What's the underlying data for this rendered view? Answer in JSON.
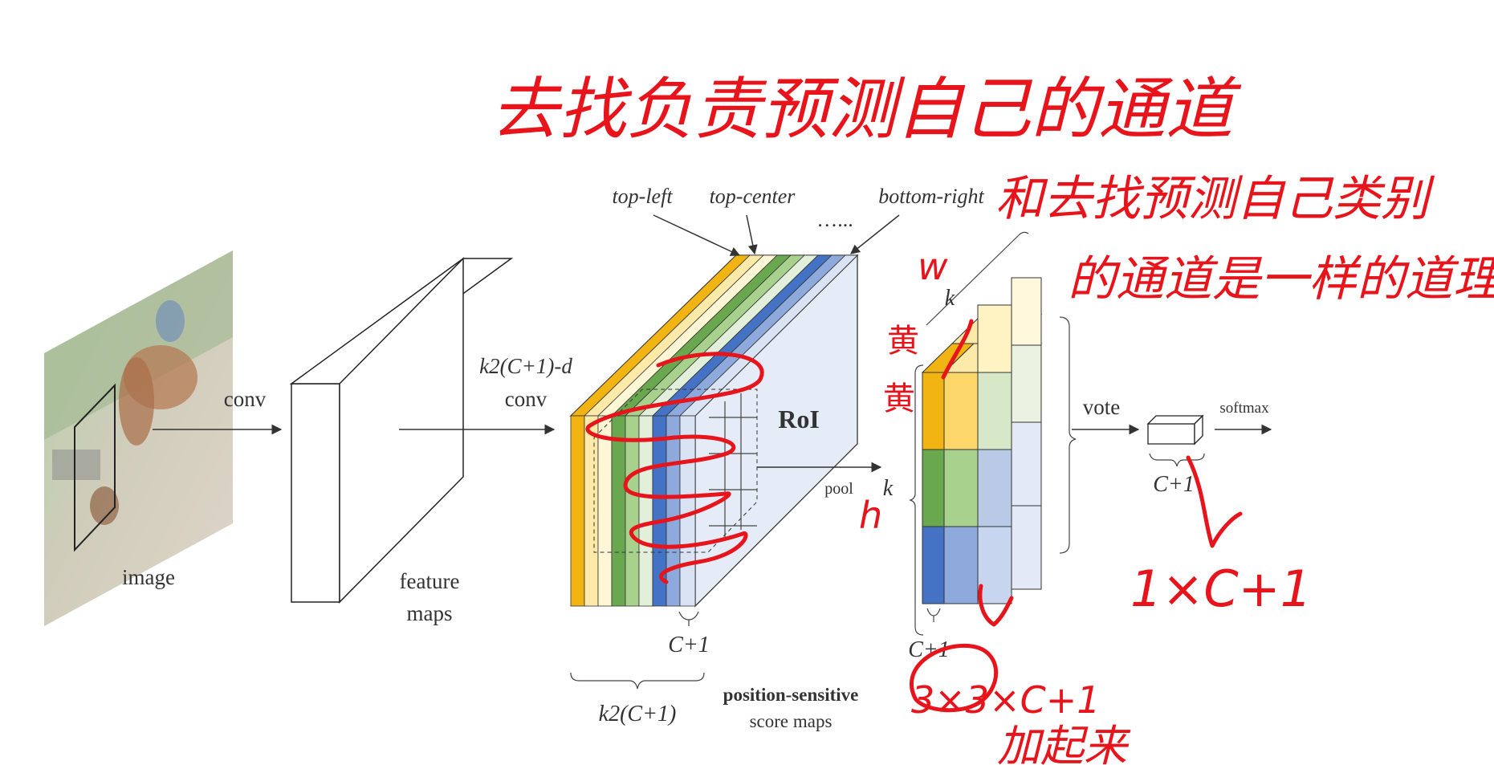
{
  "labels": {
    "image": "image",
    "conv": "conv",
    "feature_maps_line1": "feature",
    "feature_maps_line2": "maps",
    "kconv_line1": "k2(C+1)-d",
    "kconv_line2": "conv",
    "top_left": "top-left",
    "top_center": "top-center",
    "ellipsis": "…...",
    "bottom_right": "bottom-right",
    "roi": "RoI",
    "pool": "pool",
    "c1_under_maps": "C+1",
    "k2c1_brace": "k2(C+1)",
    "position_sensitive": "position-sensitive",
    "score_maps": "score maps",
    "k_top": "k",
    "k_side": "k",
    "c1_under_grid": "C+1",
    "vote": "vote",
    "softmax": "softmax",
    "c1_under_vector": "C+1"
  },
  "handwritten": {
    "line1": "去找负责预测自己的通道",
    "line2": "和去找预测自己类别的通道是一样的道理",
    "w": "w",
    "h": "h",
    "huang1": "黄",
    "huang2": "黄",
    "result_vector": "1×C+1",
    "grid_dims": "3×3×C+1",
    "sum": "加起来"
  },
  "colors": {
    "handwriting": "#e8141b",
    "gold": "#f2b413",
    "light_yellow": "#fde9a8",
    "pale_yellow": "#fff6d6",
    "green": "#6aa84f",
    "light_green": "#a9d18e",
    "pale_green": "#e2efda",
    "blue": "#4472c4",
    "light_blue": "#8ea9db",
    "pale_blue": "#dae3f3"
  }
}
